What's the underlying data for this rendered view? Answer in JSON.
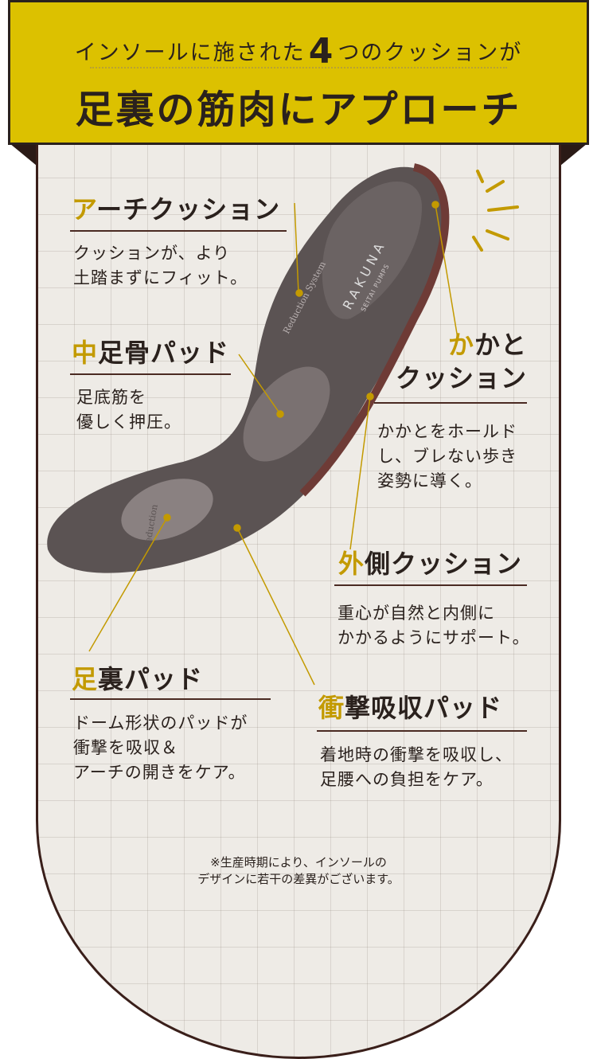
{
  "header": {
    "subtitle_pre": "インソールに施された",
    "subtitle_number": "4",
    "subtitle_post": "つのクッションが",
    "title": "足裏の筋肉にアプローチ"
  },
  "insole": {
    "brand": "RAKUNA",
    "brand_sub": "SEITAI PUMPS",
    "pad_text": "Reduction System",
    "toe_pad_text": "Reduction"
  },
  "features": [
    {
      "accent": "ア",
      "rest": "ーチクッション",
      "desc": "クッションが、より\n土踏まずにフィット。"
    },
    {
      "accent": "中",
      "rest": "足骨パッド",
      "desc": "足底筋を\n優しく押圧。"
    },
    {
      "accent": "か",
      "rest": "かと",
      "line2": "クッション",
      "desc": "かかとをホールド\nし、ブレない歩き\n姿勢に導く。"
    },
    {
      "accent": "外",
      "rest": "側クッション",
      "desc": "重心が自然と内側に\nかかるようにサポート。"
    },
    {
      "accent": "足",
      "rest": "裏パッド",
      "desc": "ドーム形状のパッドが\n衝撃を吸収＆\nアーチの開きをケア。"
    },
    {
      "accent": "衝",
      "rest": "撃吸収パッド",
      "desc": "着地時の衝撃を吸収し、\n足腰への負担をケア。"
    }
  ],
  "footnote": "※生産時期により、インソールの\nデザインに若干の差異がございます。",
  "colors": {
    "banner": "#dcc100",
    "accent": "#c39a00",
    "dark": "#2a211d",
    "insole": "#5a5252"
  }
}
